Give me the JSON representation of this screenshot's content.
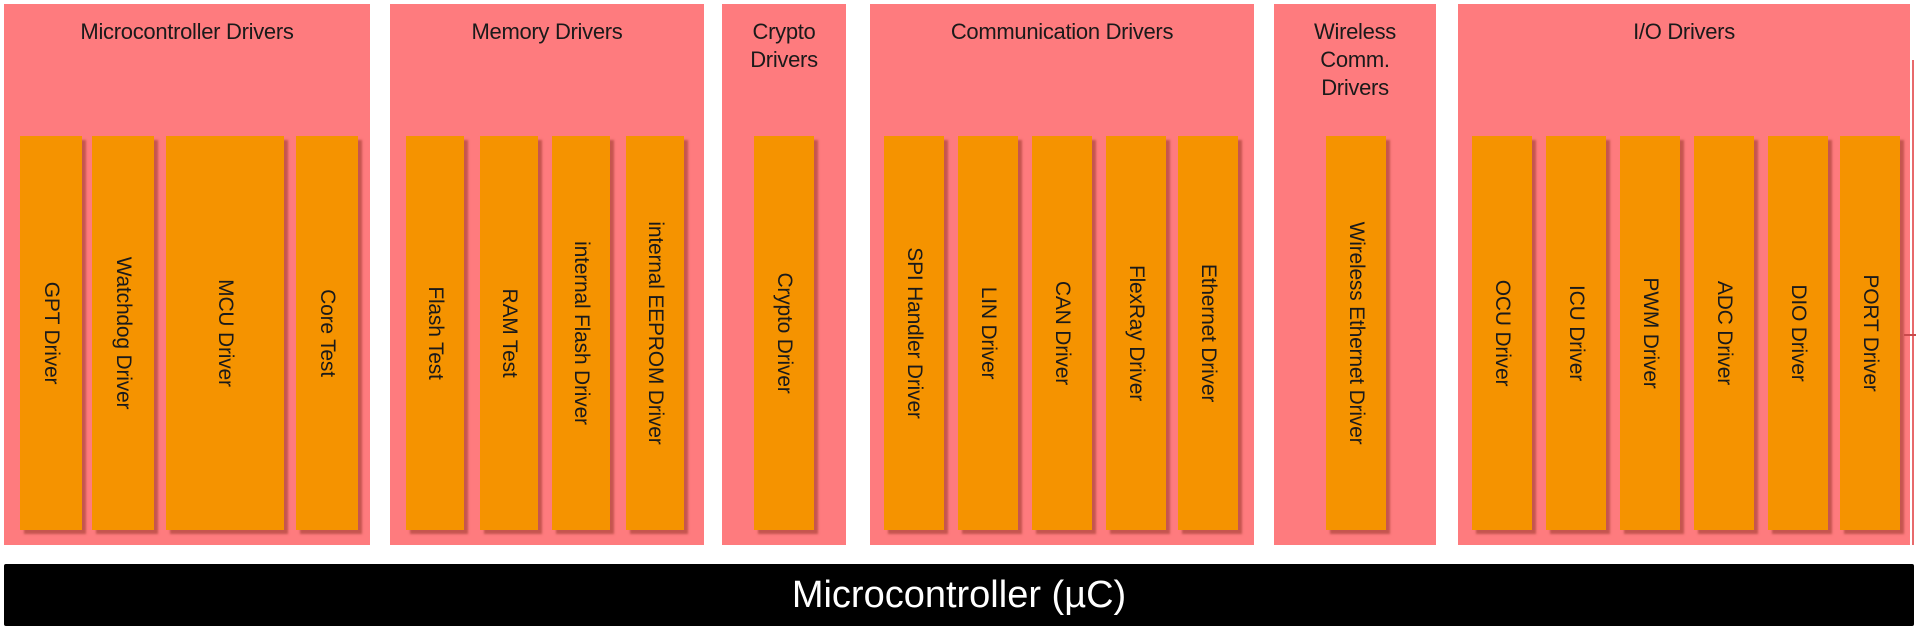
{
  "groups": [
    {
      "title": "Microcontroller Drivers",
      "modules": [
        "GPT Driver",
        "Watchdog Driver",
        "MCU Driver",
        "Core Test"
      ]
    },
    {
      "title": "Memory Drivers",
      "modules": [
        "Flash Test",
        "RAM Test",
        "internal Flash Driver",
        "internal EEPROM  Driver"
      ]
    },
    {
      "title": "Crypto\nDrivers",
      "modules": [
        "Crypto Driver"
      ]
    },
    {
      "title": "Communication  Drivers",
      "modules": [
        "SPI Handler Driver",
        "LIN Driver",
        "CAN Driver",
        "FlexRay Driver",
        "Ethernet Driver"
      ]
    },
    {
      "title": "Wireless\nComm.\nDrivers",
      "modules": [
        "Wireless Ethernet Driver"
      ]
    },
    {
      "title": "I/O Drivers",
      "modules": [
        "OCU Driver",
        "ICU Driver",
        "PWM Driver",
        "ADC Driver",
        "DIO Driver",
        "PORT  Driver"
      ]
    }
  ],
  "base": {
    "label": "Microcontroller (µC)"
  },
  "colors": {
    "group_fill": "#fe7b7e",
    "module_fill": "#f59300",
    "base_fill": "#000000",
    "base_text": "#ffffff"
  }
}
